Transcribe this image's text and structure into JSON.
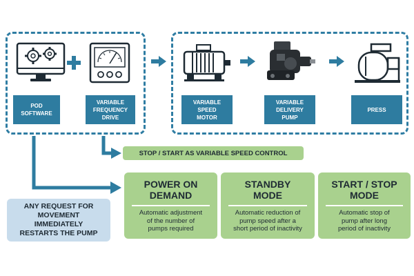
{
  "components": {
    "pod_software": "POD\nSOFTWARE",
    "variable_frequency_drive": "VARIABLE\nFREQUENCY\nDRIVE",
    "variable_speed_motor": "VARIABLE\nSPEED\nMOTOR",
    "variable_delivery_pump": "VARIABLE\nDELIVERY\nPUMP",
    "press": "PRESS"
  },
  "control_bar": "STOP / START AS VARIABLE SPEED CONTROL",
  "request_note": "ANY REQUEST FOR\nMOVEMENT\nIMMEDIATELY\nRESTARTS THE PUMP",
  "modes": [
    {
      "title": "POWER ON\nDEMAND",
      "description": "Automatic adjustment\nof the number of\npumps required"
    },
    {
      "title": "STANDBY\nMODE",
      "description": "Automatic reduction of\npump speed after a\nshort period of inactivity"
    },
    {
      "title": "START / STOP\nMODE",
      "description": "Automatic stop of\npump after long\nperiod of inactivity"
    }
  ],
  "colors": {
    "primary_blue": "#2e7ca0",
    "dashed_border": "#2f7da3",
    "green": "#a9d18e",
    "light_blue": "#c8dcec",
    "text_dark": "#1e2a33"
  }
}
